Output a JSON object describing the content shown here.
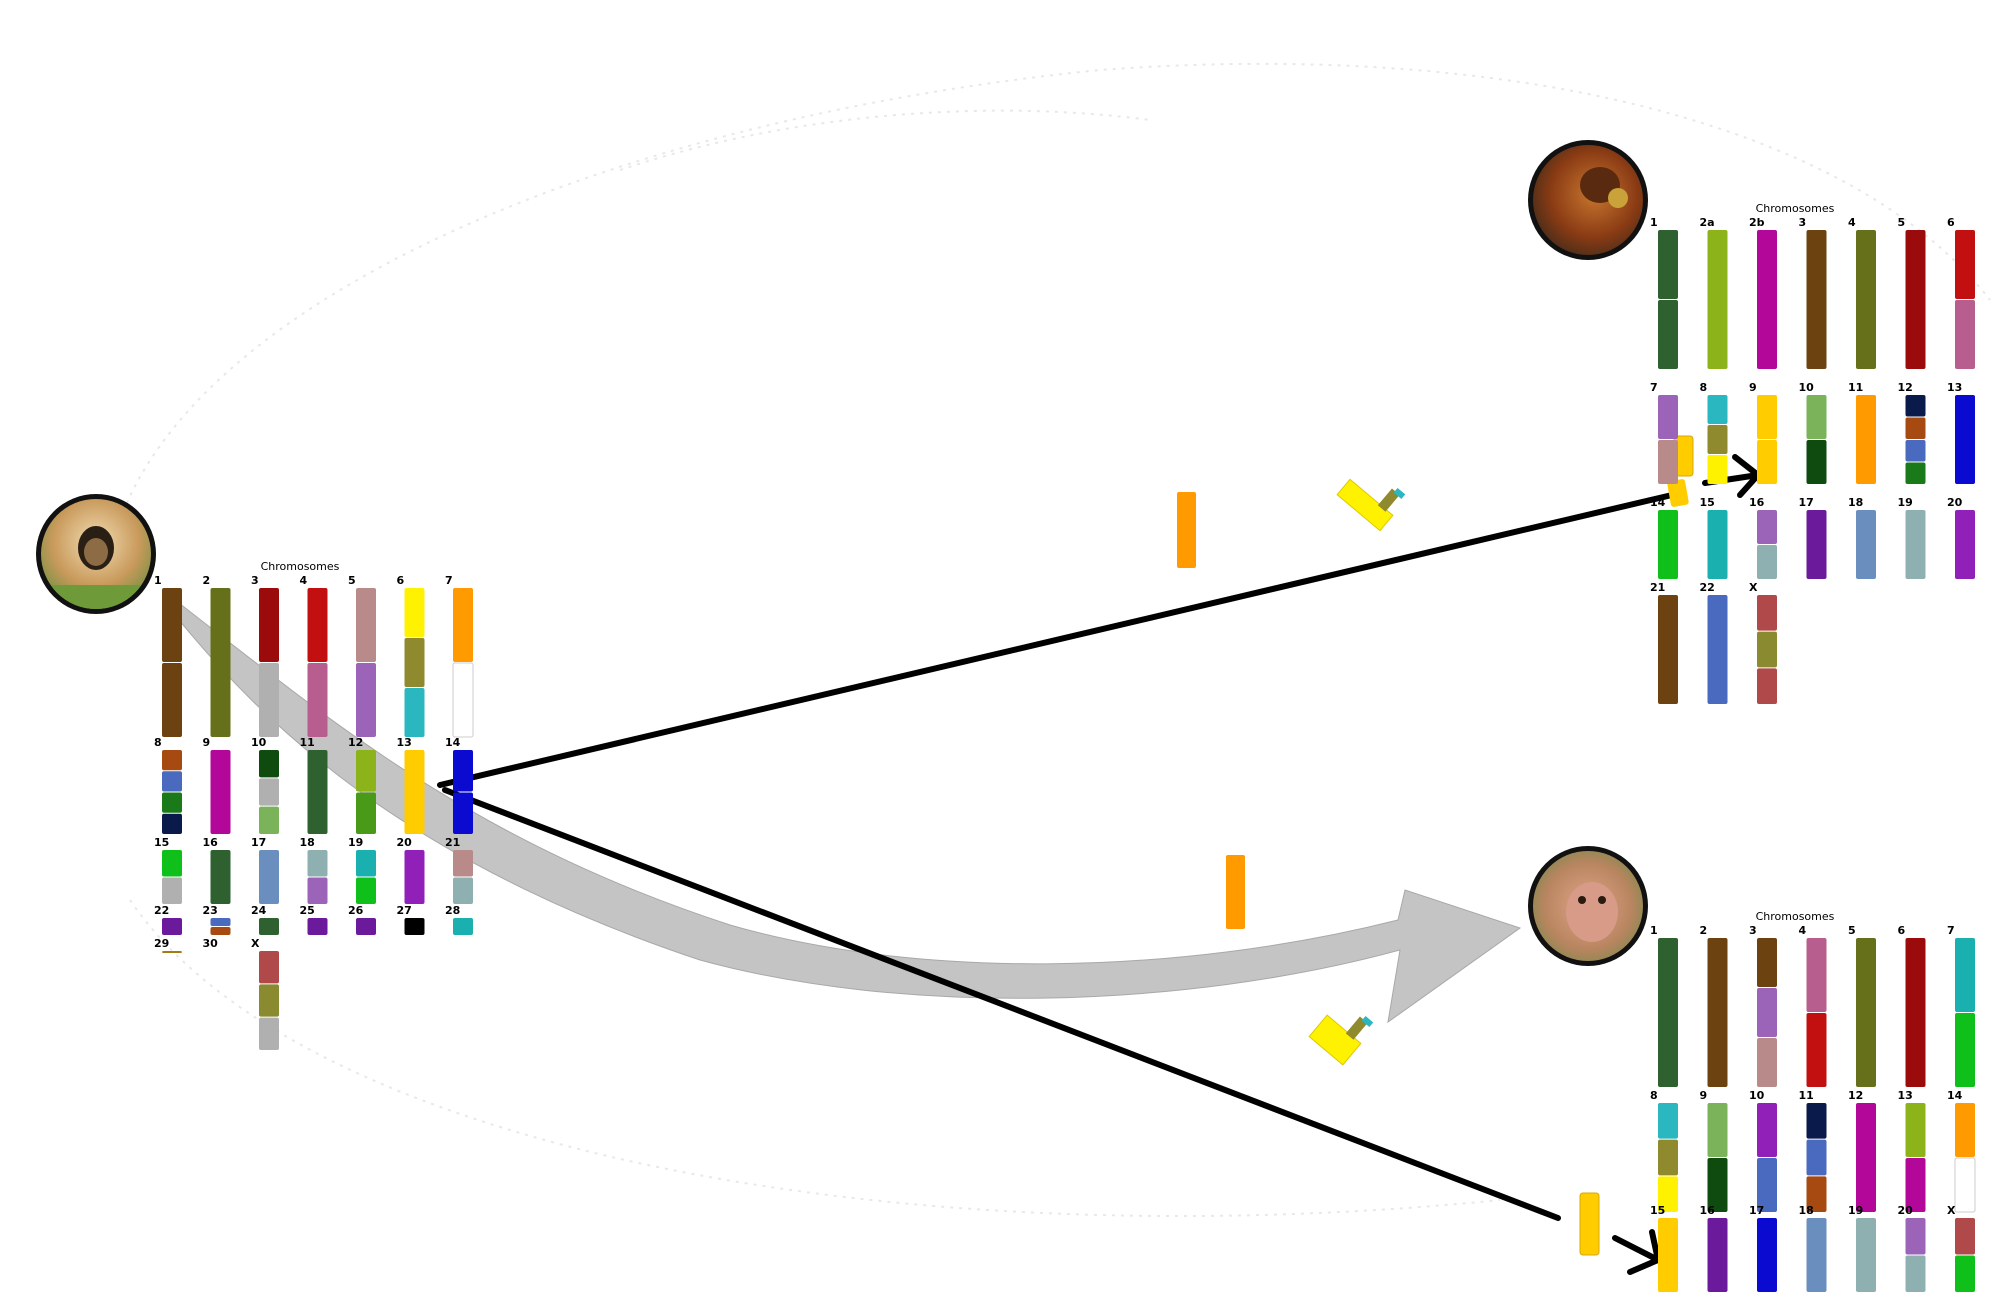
{
  "species": [
    {
      "id": "gibbon",
      "portrait_icon": "gibbon-portrait-icon",
      "panel_title": "Chromosomes",
      "chromosomes": [
        {
          "label": "1",
          "colors": [
            "#6b4210",
            "#6b4210"
          ]
        },
        {
          "label": "2",
          "colors": [
            "#66701a"
          ]
        },
        {
          "label": "3",
          "colors": [
            "#9c0b0b",
            "#b0b0b0"
          ]
        },
        {
          "label": "4",
          "colors": [
            "#c20f0f",
            "#b85e8e"
          ]
        },
        {
          "label": "5",
          "colors": [
            "#b88a8a",
            "#9b64b8"
          ]
        },
        {
          "label": "6",
          "colors": [
            "#fff200",
            "#8f8a2e",
            "#2ab7c0"
          ]
        },
        {
          "label": "7",
          "colors": [
            "#ff9a00",
            "#ffffff"
          ]
        },
        {
          "label": "8",
          "colors": [
            "#a64a12",
            "#4a6abf",
            "#1a7a1a",
            "#0a1a4a"
          ]
        },
        {
          "label": "9",
          "colors": [
            "#b3079a"
          ]
        },
        {
          "label": "10",
          "colors": [
            "#0f4a0f",
            "#b0b0b0",
            "#7ab35a"
          ]
        },
        {
          "label": "11",
          "colors": [
            "#2f6030"
          ]
        },
        {
          "label": "12",
          "colors": [
            "#8cb31a",
            "#4a9a1a"
          ]
        },
        {
          "label": "13",
          "colors": [
            "#ffcc00"
          ]
        },
        {
          "label": "14",
          "colors": [
            "#0a0ad0",
            "#0a0ad0"
          ]
        },
        {
          "label": "15",
          "colors": [
            "#0fbf1a",
            "#b0b0b0"
          ]
        },
        {
          "label": "16",
          "colors": [
            "#2f6030"
          ]
        },
        {
          "label": "17",
          "colors": [
            "#6a8fbf"
          ]
        },
        {
          "label": "18",
          "colors": [
            "#8fb0b0",
            "#9b64b8"
          ]
        },
        {
          "label": "19",
          "colors": [
            "#1ab0b0",
            "#0fbf1a"
          ]
        },
        {
          "label": "20",
          "colors": [
            "#9020b8"
          ]
        },
        {
          "label": "21",
          "colors": [
            "#b88a8a",
            "#8fb0b0"
          ]
        },
        {
          "label": "22",
          "colors": [
            "#6a1a9a"
          ]
        },
        {
          "label": "23",
          "colors": [
            "#4a6abf",
            "#a64a12"
          ]
        },
        {
          "label": "24",
          "colors": [
            "#2f6030"
          ]
        },
        {
          "label": "25",
          "colors": [
            "#6a1a9a"
          ]
        },
        {
          "label": "26",
          "colors": [
            "#6a1a9a"
          ]
        },
        {
          "label": "27",
          "colors": [
            "#000000"
          ]
        },
        {
          "label": "28",
          "colors": [
            "#1ab0b0"
          ]
        },
        {
          "label": "29",
          "colors": [
            "#a67a12"
          ]
        },
        {
          "label": "30",
          "colors": []
        },
        {
          "label": "X",
          "colors": [
            "#b04a4a",
            "#8a8a30",
            "#b0b0b0"
          ]
        }
      ]
    },
    {
      "id": "orangutan",
      "portrait_icon": "orangutan-portrait-icon",
      "panel_title": "Chromosomes",
      "chromosomes": [
        {
          "label": "1",
          "colors": [
            "#2f6030",
            "#2f6030"
          ]
        },
        {
          "label": "2a",
          "colors": [
            "#8cb31a"
          ]
        },
        {
          "label": "2b",
          "colors": [
            "#b3079a"
          ]
        },
        {
          "label": "3",
          "colors": [
            "#6b4210"
          ]
        },
        {
          "label": "4",
          "colors": [
            "#66701a"
          ]
        },
        {
          "label": "5",
          "colors": [
            "#9c0b0b"
          ]
        },
        {
          "label": "6",
          "colors": [
            "#c20f0f",
            "#b85e8e"
          ]
        },
        {
          "label": "7",
          "colors": [
            "#9b64b8",
            "#b88a8a"
          ]
        },
        {
          "label": "8",
          "colors": [
            "#2ab7c0",
            "#8f8a2e",
            "#fff200"
          ]
        },
        {
          "label": "9",
          "colors": [
            "#ffcc00",
            "#ffcc00"
          ]
        },
        {
          "label": "10",
          "colors": [
            "#7ab35a",
            "#0f4a0f"
          ]
        },
        {
          "label": "11",
          "colors": [
            "#ff9a00"
          ]
        },
        {
          "label": "12",
          "colors": [
            "#0a1a4a",
            "#a64a12",
            "#4a6abf",
            "#1a7a1a"
          ]
        },
        {
          "label": "13",
          "colors": [
            "#0a0ad0"
          ]
        },
        {
          "label": "14",
          "colors": [
            "#0fbf1a"
          ]
        },
        {
          "label": "15",
          "colors": [
            "#1ab0b0"
          ]
        },
        {
          "label": "16",
          "colors": [
            "#9b64b8",
            "#8fb0b0"
          ]
        },
        {
          "label": "17",
          "colors": [
            "#6a1a9a"
          ]
        },
        {
          "label": "18",
          "colors": [
            "#6a8fbf"
          ]
        },
        {
          "label": "19",
          "colors": [
            "#8fb0b0"
          ]
        },
        {
          "label": "20",
          "colors": [
            "#9020b8"
          ]
        },
        {
          "label": "21",
          "colors": [
            "#6b4210"
          ]
        },
        {
          "label": "22",
          "colors": [
            "#4a6abf"
          ]
        },
        {
          "label": "X",
          "colors": [
            "#b04a4a",
            "#8a8a30",
            "#b04a4a"
          ]
        }
      ]
    },
    {
      "id": "macaque",
      "portrait_icon": "macaque-portrait-icon",
      "panel_title": "Chromosomes",
      "chromosomes": [
        {
          "label": "1",
          "colors": [
            "#2f6030"
          ]
        },
        {
          "label": "2",
          "colors": [
            "#6b4210"
          ]
        },
        {
          "label": "3",
          "colors": [
            "#6b4210",
            "#9b64b8",
            "#b88a8a"
          ]
        },
        {
          "label": "4",
          "colors": [
            "#b85e8e",
            "#c20f0f"
          ]
        },
        {
          "label": "5",
          "colors": [
            "#66701a"
          ]
        },
        {
          "label": "6",
          "colors": [
            "#9c0b0b"
          ]
        },
        {
          "label": "7",
          "colors": [
            "#1ab0b0",
            "#0fbf1a"
          ]
        },
        {
          "label": "8",
          "colors": [
            "#2ab7c0",
            "#8f8a2e",
            "#fff200"
          ]
        },
        {
          "label": "9",
          "colors": [
            "#7ab35a",
            "#0f4a0f"
          ]
        },
        {
          "label": "10",
          "colors": [
            "#9020b8",
            "#4a6abf"
          ]
        },
        {
          "label": "11",
          "colors": [
            "#0a1a4a",
            "#4a6abf",
            "#a64a12"
          ]
        },
        {
          "label": "12",
          "colors": [
            "#b3079a"
          ]
        },
        {
          "label": "13",
          "colors": [
            "#8cb31a",
            "#b3079a"
          ]
        },
        {
          "label": "14",
          "colors": [
            "#ff9a00",
            "#ffffff"
          ]
        },
        {
          "label": "15",
          "colors": [
            "#ffcc00"
          ]
        },
        {
          "label": "16",
          "colors": [
            "#6a1a9a"
          ]
        },
        {
          "label": "17",
          "colors": [
            "#0a0ad0"
          ]
        },
        {
          "label": "18",
          "colors": [
            "#6a8fbf"
          ]
        },
        {
          "label": "19",
          "colors": [
            "#8fb0b0"
          ]
        },
        {
          "label": "20",
          "colors": [
            "#9b64b8",
            "#8fb0b0"
          ]
        },
        {
          "label": "X",
          "colors": [
            "#b04a4a",
            "#0fbf1a"
          ]
        }
      ]
    }
  ],
  "arrows": [
    {
      "name": "arrow-gibbon13-to-orangutan9",
      "color": "#000000"
    },
    {
      "name": "arrow-gibbon13-to-macaque15",
      "color": "#000000"
    },
    {
      "name": "wide-arrow-gibbon-to-macaque",
      "color": "#b8b8b8"
    }
  ],
  "floating_segments": [
    {
      "name": "floating-orange-segment-top",
      "color": "#ff9a00"
    },
    {
      "name": "floating-yellow-tile-top",
      "color": "#fff200"
    },
    {
      "name": "floating-orange-segment-bottom",
      "color": "#ff9a00"
    },
    {
      "name": "floating-yellow-tile-bottom",
      "color": "#fff200"
    }
  ]
}
